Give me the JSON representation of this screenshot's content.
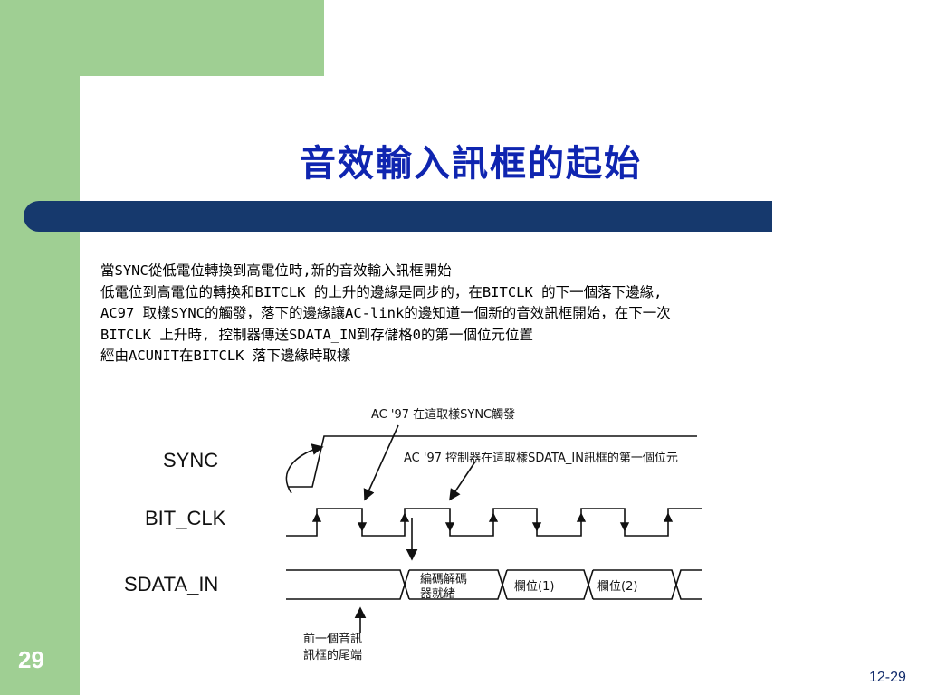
{
  "slide": {
    "title": "音效輸入訊框的起始",
    "number": "29",
    "page_ref": "12-29",
    "colors": {
      "accent_green": "#9fcf93",
      "title_bar": "#16396d",
      "title_text": "#0f25b0"
    }
  },
  "body": {
    "lines": [
      "當SYNC從低電位轉換到高電位時,新的音效輸入訊框開始",
      "低電位到高電位的轉換和BITCLK 的上升的邊緣是同步的，在BITCLK 的下一個落下邊緣,",
      "AC97 取樣SYNC的觸發，落下的邊緣讓AC-link的邊知道一個新的音效訊框開始，在下一次",
      "BITCLK 上升時, 控制器傳送SDATA_IN到存儲格0的第一個位元位置",
      "經由ACUNIT在BITCLK 落下邊緣時取樣"
    ]
  },
  "diagram": {
    "signals": {
      "sync": "SYNC",
      "bit_clk": "BIT_CLK",
      "sdata_in": "SDATA_IN"
    },
    "annotations": {
      "sync_sample": "AC '97 在這取樣SYNC觸發",
      "sdata_sample": "AC '97 控制器在這取樣SDATA_IN訊框的第一個位元",
      "prev_frame_end_line1": "前一個音訊",
      "prev_frame_end_line2": "訊框的尾端"
    },
    "cells": {
      "codec_ready_line1": "編碼解碼",
      "codec_ready_line2": "器就緒",
      "slot1": "欄位(1)",
      "slot2": "欄位(2)"
    }
  }
}
